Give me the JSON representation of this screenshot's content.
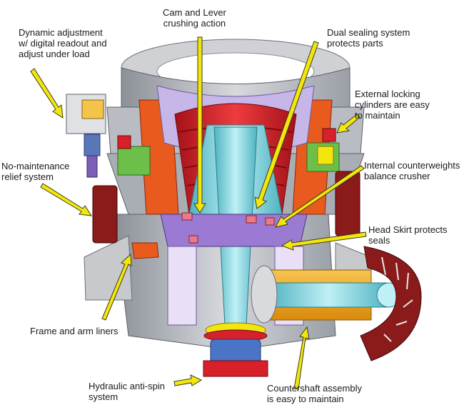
{
  "colors": {
    "arrow": "#f3e60f",
    "arrow_outline": "#3a3a1a",
    "frame": "#b9bcc2",
    "frame_dark": "#7d8189",
    "mantle": "#d7202a",
    "bowl_liner": "#e85a1e",
    "shaft": "#7fd3de",
    "head_purple": "#9b7ad3",
    "lavender": "#c7b6e8",
    "green": "#6cc04a",
    "pulley": "#8b1a1a",
    "countershaft": "#f2a11c",
    "blue_ring": "#4a74c6"
  },
  "labels": {
    "cam_lever": [
      "Cam and Lever",
      "crushing action"
    ],
    "dynamic_adjust": [
      "Dynamic adjustment",
      "w/ digital readout and",
      "adjust under load"
    ],
    "dual_sealing": [
      "Dual sealing system",
      "protects parts"
    ],
    "external_locking": [
      "External locking",
      "cylinders are easy",
      "to maintain"
    ],
    "no_maintenance": [
      "No-maintenance",
      "relief system"
    ],
    "internal_counterweights": [
      "Internal counterweights",
      "balance crusher"
    ],
    "head_skirt": [
      "Head Skirt protects",
      "seals"
    ],
    "frame_liners": [
      "Frame and arm liners"
    ],
    "hydraulic_antispin": [
      "Hydraulic anti-spin",
      "system"
    ],
    "countershaft": [
      "Countershaft assembly",
      "is easy to maintain"
    ]
  }
}
